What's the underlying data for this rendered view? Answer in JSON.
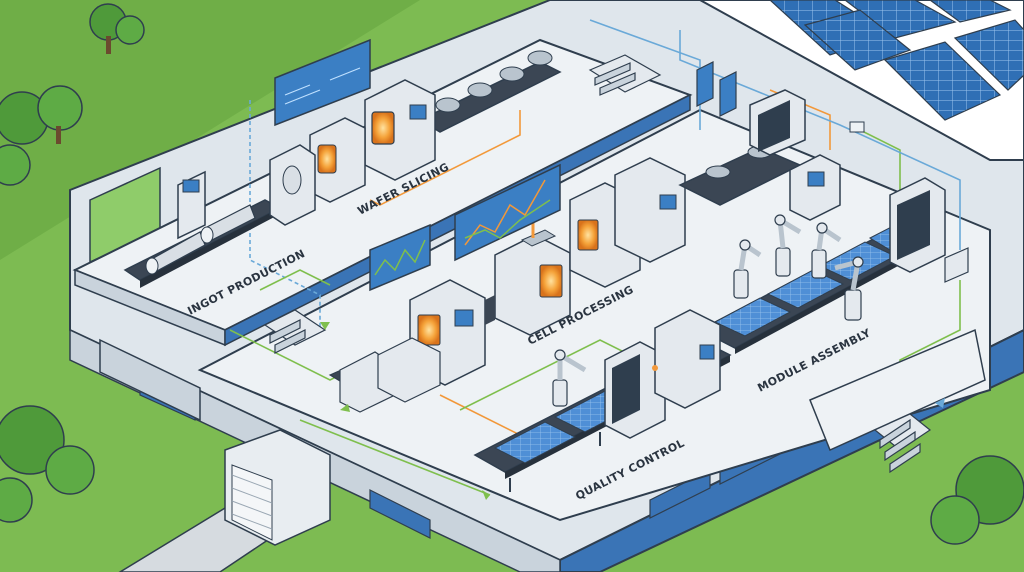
{
  "diagram": {
    "stages": [
      {
        "id": "ingot",
        "label": "INGOT PRODUCTION"
      },
      {
        "id": "wafer",
        "label": "WAFER SLICING"
      },
      {
        "id": "cell",
        "label": "CELL PROCESSING"
      },
      {
        "id": "module",
        "label": "MODULE ASSEMBLY"
      },
      {
        "id": "qc",
        "label": "QUALITY CONTROL"
      }
    ]
  },
  "colors": {
    "grass": "#7dbb52",
    "grass_dark": "#5f9a3c",
    "floor": "#eef2f5",
    "wall": "#dfe6ec",
    "wall_shade": "#c9d3dc",
    "outline": "#2f3e4e",
    "roof": "#ffffff",
    "solar_panel": "#2f6fb5",
    "solar_cell": "#4f8fd6",
    "machine": "#e4e9ee",
    "machine_shade": "#b9c4ce",
    "furnace_glow": "#f39a2d",
    "flow_orange": "#f2983a",
    "flow_blue": "#6aa9d8",
    "flow_green": "#7fbf4d",
    "screen": "#3b7fc4",
    "conveyor": "#3b4654"
  },
  "icons": [
    "tree-icon",
    "solar-panel-icon",
    "robot-arm-icon",
    "furnace-icon",
    "monitor-icon",
    "stairs-icon",
    "garage-door-icon"
  ]
}
